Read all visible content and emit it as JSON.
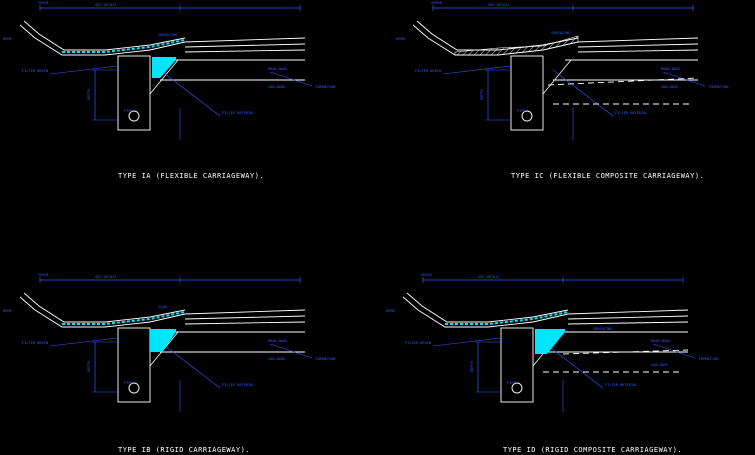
{
  "colors": {
    "background": "#000000",
    "outline": "#ffffff",
    "annotation": "#2f5bff",
    "filter": "#00e5ff",
    "caption": "#ffffff"
  },
  "panels": [
    {
      "id": "ia",
      "caption": "TYPE IA (FLEXIBLE CARRIAGEWAY).",
      "labels": {
        "top_left": "VERGE",
        "verge_note": "KERB",
        "drain": "FILTER DRAIN",
        "width_top": "SEE DETAIL",
        "pipe": "PIPE",
        "surfacing": "SURFACING",
        "road_base": "ROAD BASE",
        "sub_base": "SUB-BASE",
        "right_note": "FORMATION",
        "material": "FILTER MATERIAL",
        "depth": "DEPTH"
      }
    },
    {
      "id": "ic",
      "caption": "TYPE IC (FLEXIBLE COMPOSITE CARRIAGEWAY).",
      "labels": {
        "top_left": "VERGE",
        "verge_note": "KERB",
        "drain": "FILTER DRAIN",
        "width_top": "SEE DETAIL",
        "pipe": "PIPE",
        "surfacing": "SURFACING",
        "road_base": "ROAD BASE",
        "sub_base": "SUB-BASE",
        "right_note": "FORMATION",
        "material": "FILTER MATERIAL",
        "depth": "DEPTH"
      }
    },
    {
      "id": "ib",
      "caption": "TYPE IB (RIGID CARRIAGEWAY).",
      "labels": {
        "top_left": "VERGE",
        "verge_note": "KERB",
        "drain": "FILTER DRAIN",
        "width_top": "SEE DETAIL",
        "pipe": "PIPE",
        "surfacing": "SLAB",
        "road_base": "ROAD BASE",
        "sub_base": "SUB-BASE",
        "right_note": "FORMATION",
        "material": "FILTER MATERIAL",
        "depth": "DEPTH"
      }
    },
    {
      "id": "id",
      "caption": "TYPE ID (RIGID COMPOSITE CARRIAGEWAY).",
      "labels": {
        "top_left": "VERGE",
        "verge_note": "KERB",
        "drain": "FILTER DRAIN",
        "width_top": "SEE DETAIL",
        "pipe": "PIPE",
        "surfacing": "SURFACING",
        "road_base": "ROAD BASE",
        "sub_base": "SUB-BASE",
        "right_note": "FORMATION",
        "material": "FILTER MATERIAL",
        "depth": "DEPTH"
      }
    }
  ]
}
